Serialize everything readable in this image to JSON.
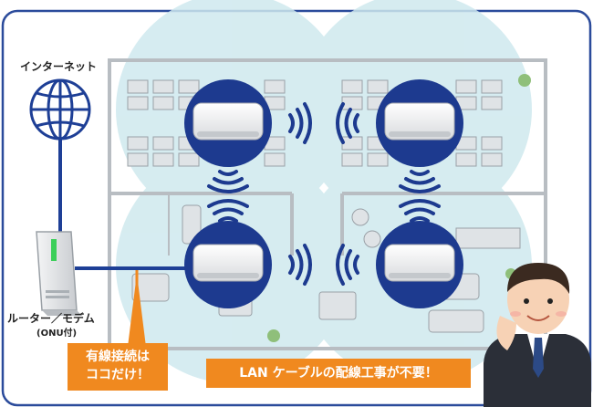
{
  "labels": {
    "internet": "インターネット",
    "router": "ルーター／モデム",
    "onu": "(ONU付)"
  },
  "callouts": {
    "wired_line1": "有線接続は",
    "wired_line2": "ココだけ！",
    "lan": "LAN ケーブルの配線工事が不要！"
  },
  "colors": {
    "frame": "#2b4b9b",
    "coverage": "#cfe9ee",
    "wire": "#1e3f96",
    "callout": "#f0891f",
    "signal": "#1d3a8f"
  },
  "icons": [
    "globe-icon",
    "router-icon",
    "access-point-icon",
    "wifi-signal-icon",
    "person-illustration"
  ]
}
